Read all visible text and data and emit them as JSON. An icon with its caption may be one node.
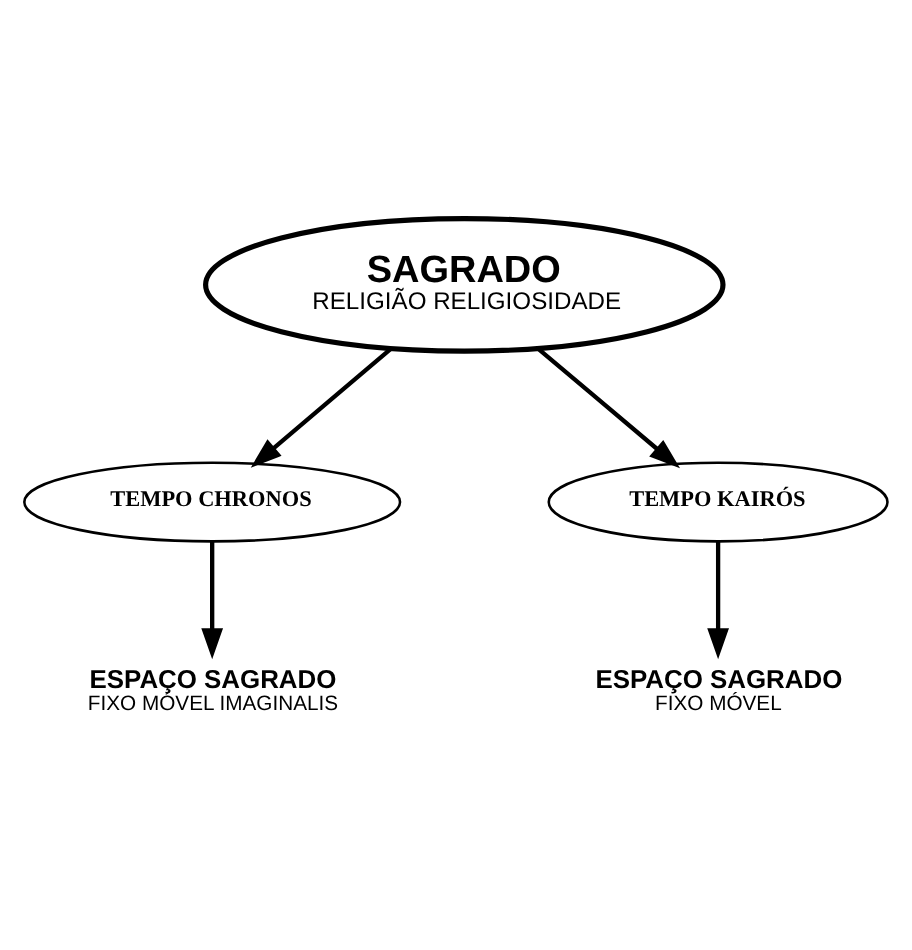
{
  "diagram": {
    "nodes": [
      {
        "text": [
          "SAGRADO",
          "RELIGIÃO RELIGIOSIDADE"
        ]
      },
      {
        "text": [
          "TEMPO CHRONOS"
        ]
      },
      {
        "text": [
          "TEMPO KAIRÓS"
        ]
      },
      {
        "text": [
          "ESPAÇO SAGRADO",
          "FIXO MÓVEL IMAGINALIS"
        ]
      },
      {
        "text": [
          "ESPAÇO SAGRADO",
          "FIXO MÓVEL"
        ]
      }
    ],
    "edges": [
      {
        "from": 0,
        "to": 1,
        "arrow": "to"
      },
      {
        "from": 0,
        "to": 2,
        "arrow": "to"
      },
      {
        "from": 1,
        "to": 3,
        "arrow": "to"
      },
      {
        "from": 2,
        "to": 4,
        "arrow": "to"
      }
    ]
  }
}
